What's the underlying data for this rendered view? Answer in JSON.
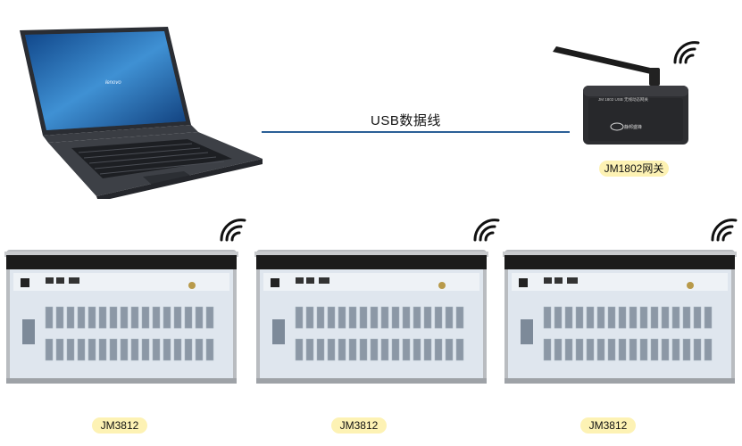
{
  "connection": {
    "usb_label": "USB数据线"
  },
  "laptop": {
    "brand": "lenovo"
  },
  "gateway": {
    "name": "JM1802网关",
    "panel_text": "JM 1802 USB 无线动态网关",
    "brand_text": "静邦盛锋"
  },
  "devices": [
    {
      "name": "JM3812"
    },
    {
      "name": "JM3812"
    },
    {
      "name": "JM3812"
    }
  ],
  "colors": {
    "cable": "#2b5f97",
    "label_bg": "#fdf2b4",
    "panel": "#dfe6ee",
    "case": "#b9bcc0"
  }
}
